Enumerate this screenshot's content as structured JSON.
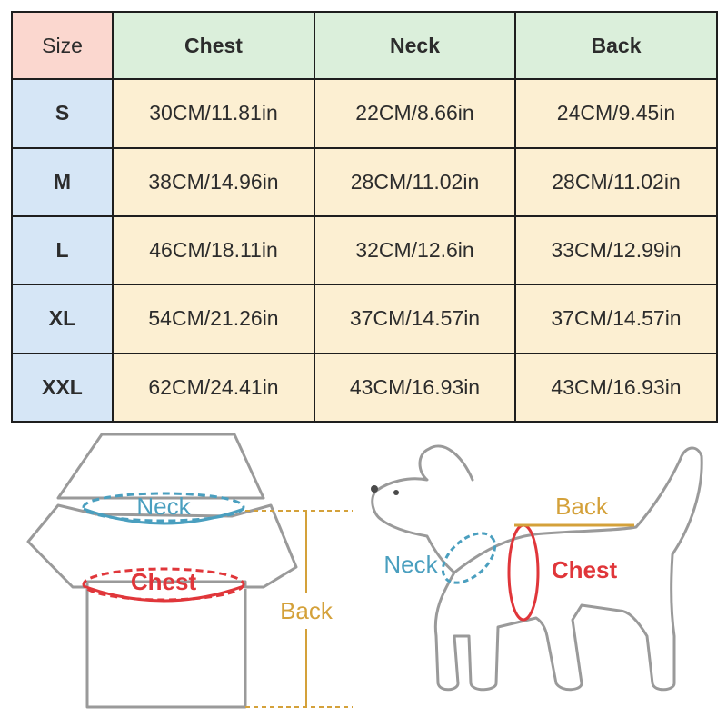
{
  "table": {
    "corner": "Size",
    "columns": [
      "Chest",
      "Neck",
      "Back"
    ],
    "rows": [
      {
        "size": "S",
        "values": [
          "30CM/11.81in",
          "22CM/8.66in",
          "24CM/9.45in"
        ]
      },
      {
        "size": "M",
        "values": [
          "38CM/14.96in",
          "28CM/11.02in",
          "28CM/11.02in"
        ]
      },
      {
        "size": "L",
        "values": [
          "46CM/18.11in",
          "32CM/12.6in",
          "33CM/12.99in"
        ]
      },
      {
        "size": "XL",
        "values": [
          "54CM/21.26in",
          "37CM/14.57in",
          "37CM/14.57in"
        ]
      },
      {
        "size": "XXL",
        "values": [
          "62CM/24.41in",
          "43CM/16.93in",
          "43CM/16.93in"
        ]
      }
    ]
  },
  "diagram": {
    "shirt": {
      "neck": "Neck",
      "chest": "Chest",
      "back": "Back"
    },
    "dog": {
      "neck": "Neck",
      "chest": "Chest",
      "back": "Back"
    }
  },
  "colors": {
    "neck": "#4a9fbf",
    "chest": "#e0363a",
    "back": "#d4a13a",
    "outline": "#9a9a9a"
  }
}
